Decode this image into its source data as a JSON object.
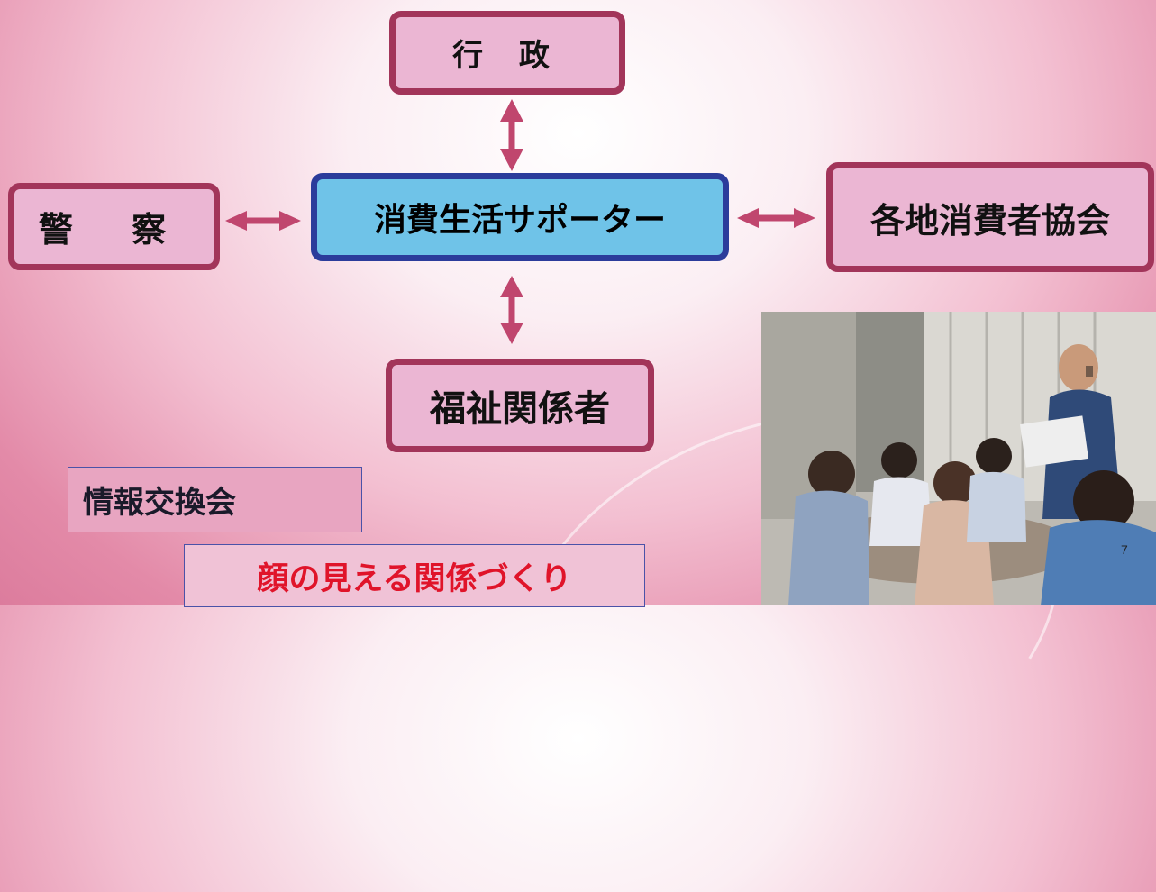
{
  "center": {
    "label": "消費生活サポーター"
  },
  "nodes": {
    "top": "行 政",
    "left": "警 察",
    "right": "各地消費者協会",
    "bottom": "福祉関係者"
  },
  "labels": {
    "info_exchange": "情報交換会",
    "relationship": "顔の見える関係づくり"
  },
  "page_number": "7",
  "colors": {
    "node_fill": "#ebb6d3",
    "node_border": "#a2355a",
    "center_fill": "#6fc3e8",
    "center_border": "#2b3c9b",
    "arrow": "#c0466e",
    "highlight_text": "#e0142a"
  }
}
